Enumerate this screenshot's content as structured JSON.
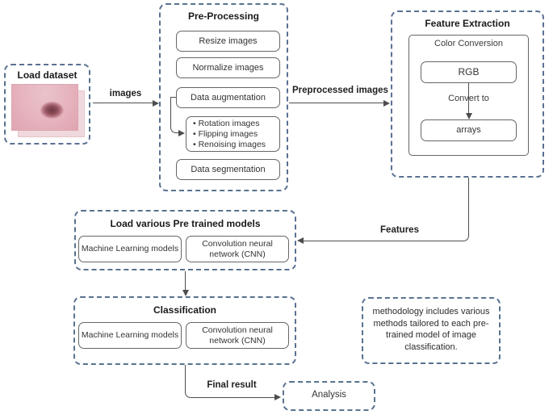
{
  "diagram": {
    "load_dataset": {
      "title": "Load dataset"
    },
    "arrows": {
      "images": "images",
      "preprocessed_images": "Preprocessed images",
      "features": "Features",
      "final_result": "Final result"
    },
    "preprocessing": {
      "title": "Pre-Processing",
      "steps": [
        "Resize images",
        "Normalize images",
        "Data augmentation"
      ],
      "augmentation_items": [
        "Rotation images",
        "Flipping images",
        "Renoising images"
      ],
      "final_step": "Data segmentation"
    },
    "feature_extraction": {
      "title": "Feature Extraction",
      "group": "Color Conversion",
      "source": "RGB",
      "convert_label": "Convert to",
      "target": "arrays"
    },
    "pretrained": {
      "title": "Load various Pre trained models",
      "ml": "Machine Learning models",
      "cnn": "Convolution neural network (CNN)"
    },
    "classification": {
      "title": "Classification",
      "ml": "Machine Learning models",
      "cnn": "Convolution neural network (CNN)"
    },
    "note": "methodology includes various methods tailored to each pre-trained model of image classification.",
    "analysis": {
      "title": "Analysis"
    }
  },
  "colors": {
    "dashed_border": "#5a7190",
    "solid_border": "#666666",
    "arrow": "#4d4d4d",
    "title_text": "#1a1a1a",
    "body_text": "#333333",
    "lesion_pink": "#e6b3bd",
    "lesion_spot": "#82454f"
  }
}
